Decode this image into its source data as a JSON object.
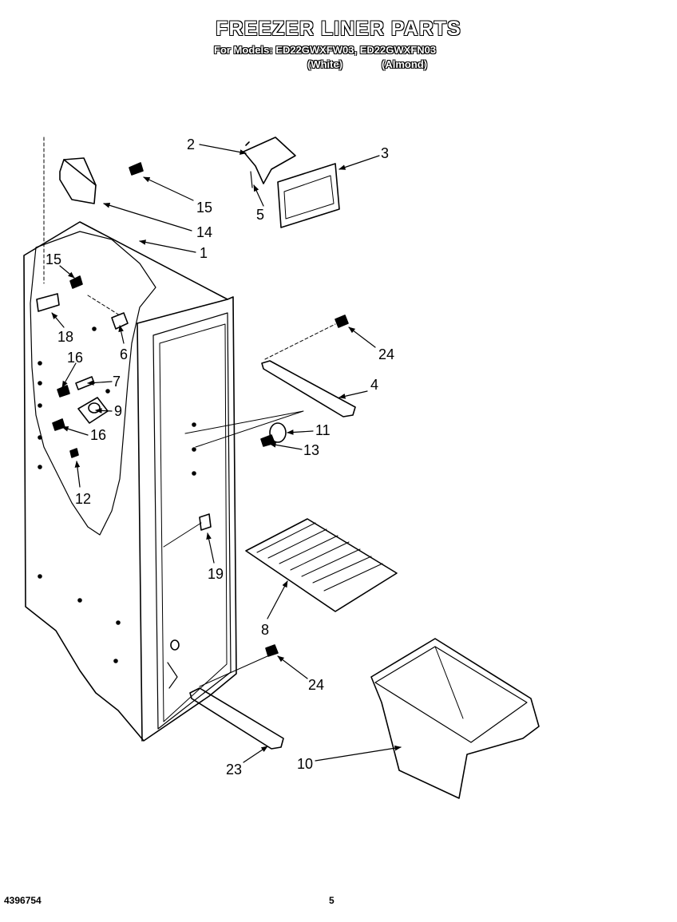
{
  "header": {
    "title": "FREEZER LINER PARTS",
    "models_line": "For Models: ED22GWXFW03, ED22GWXFN03",
    "variant_white": "(White)",
    "variant_almond": "(Almond)"
  },
  "footer": {
    "doc_number": "4396754",
    "page_number": "5"
  },
  "callouts": {
    "c1": "1",
    "c2": "2",
    "c3": "3",
    "c4": "4",
    "c5": "5",
    "c6": "6",
    "c7": "7",
    "c8": "8",
    "c9": "9",
    "c10": "10",
    "c11": "11",
    "c12": "12",
    "c13": "13",
    "c14": "14",
    "c15a": "15",
    "c15b": "15",
    "c16a": "16",
    "c16b": "16",
    "c18": "18",
    "c19": "19",
    "c23": "23",
    "c24a": "24",
    "c24b": "24"
  }
}
